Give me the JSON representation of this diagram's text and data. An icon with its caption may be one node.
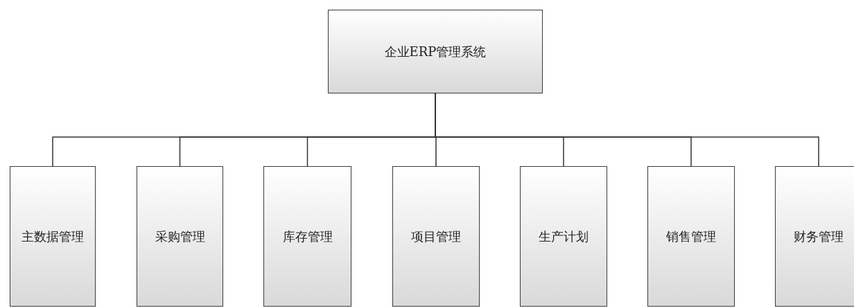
{
  "diagram": {
    "nodes": [
      {
        "text": [
          "企业ERP管理系统"
        ]
      },
      {
        "text": [
          "主数据管理"
        ]
      },
      {
        "text": [
          "采购管理"
        ]
      },
      {
        "text": [
          "库存管理"
        ]
      },
      {
        "text": [
          "项目管理"
        ]
      },
      {
        "text": [
          "生产计划"
        ]
      },
      {
        "text": [
          "销售管理"
        ]
      },
      {
        "text": [
          "财务管理"
        ]
      }
    ],
    "edges": [
      {
        "from": 0,
        "to": 1,
        "arrow": "none"
      },
      {
        "from": 0,
        "to": 2,
        "arrow": "none"
      },
      {
        "from": 0,
        "to": 3,
        "arrow": "none"
      },
      {
        "from": 0,
        "to": 4,
        "arrow": "none"
      },
      {
        "from": 0,
        "to": 5,
        "arrow": "none"
      },
      {
        "from": 0,
        "to": 6,
        "arrow": "none"
      },
      {
        "from": 0,
        "to": 7,
        "arrow": "none"
      }
    ]
  }
}
